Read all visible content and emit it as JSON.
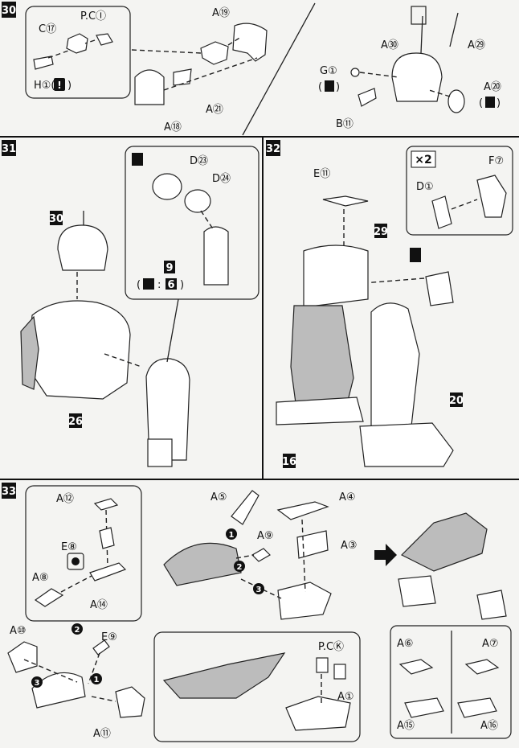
{
  "steps": {
    "s30": "30",
    "s31": "31",
    "s32": "32",
    "s33": "33"
  },
  "step30": {
    "inset": {
      "c17": "C⑰",
      "pci": "P.CⒾ",
      "h1": "H①(",
      "h1_close": ")",
      "warn": "!"
    },
    "a19": "A⑲",
    "a18": "A⑱",
    "a21": "A㉑",
    "a30": "A㉚",
    "a29": "A㉙",
    "g1": "G①",
    "g1_paren_open": "(",
    "g1_paren_close": ")",
    "b11": "B⑪",
    "a20": "A⑳",
    "a20_paren_open": "(",
    "a20_paren_close": ")"
  },
  "step31": {
    "d23": "D㉓",
    "d24": "D㉔",
    "sub9": "9",
    "note_open": "(",
    "note_colon": ":",
    "note_6": "6",
    "note_close": ")",
    "ref30": "30",
    "ref26": "26"
  },
  "step32": {
    "x2": "×2",
    "f7": "F⑦",
    "d1": "D①",
    "e11": "E⑪",
    "ref29": "29",
    "ref20": "20",
    "ref16": "16"
  },
  "step33": {
    "a12": "A⑫",
    "e8": "E⑧",
    "a8": "A⑧",
    "a14": "A⑭",
    "a10": "A⑩",
    "e9": "E⑨",
    "a11": "A⑪",
    "n1a": "1",
    "n2a": "2",
    "n3a": "3",
    "a5": "A⑤",
    "a9": "A⑨",
    "a4": "A④",
    "a3": "A③",
    "n1b": "1",
    "n2b": "2",
    "n3b": "3",
    "pck": "P.CⓀ",
    "a1": "A①",
    "a6": "A⑥",
    "a7": "A⑦",
    "a15": "A⑮",
    "a16": "A⑯"
  }
}
